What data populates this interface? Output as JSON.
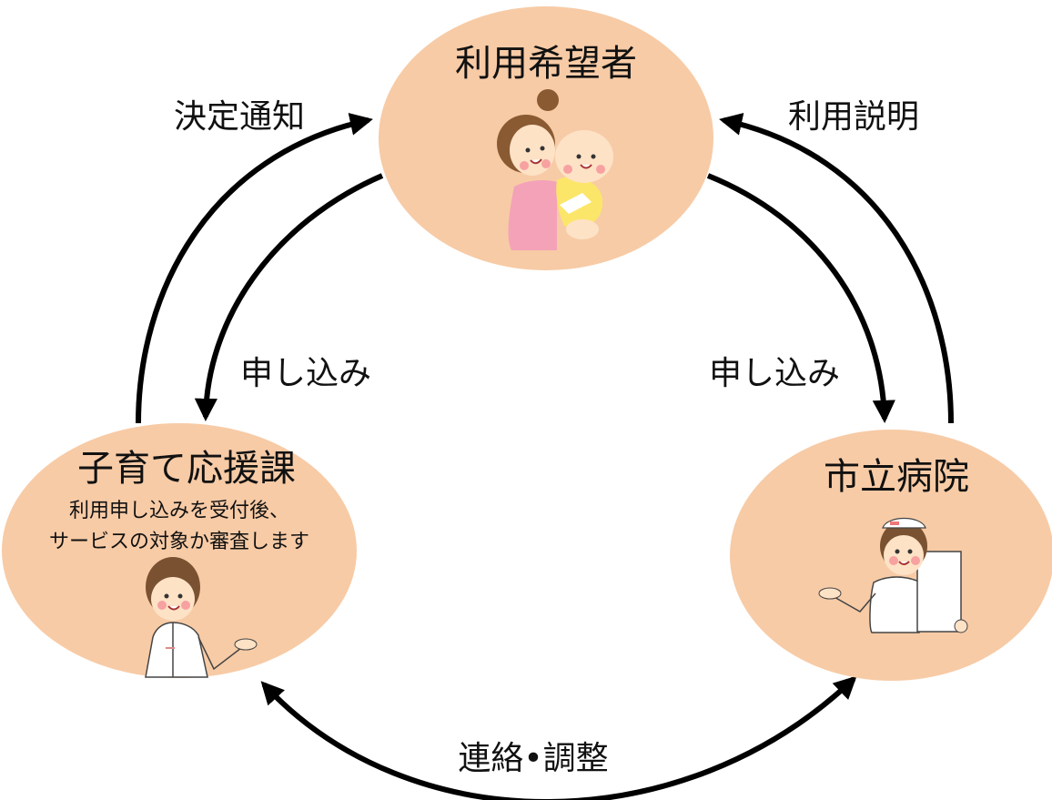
{
  "nodes": {
    "applicant": {
      "title": "利用希望者"
    },
    "support": {
      "title": "子育て応援課",
      "desc_line1": "利用申し込みを受付後、",
      "desc_line2": "サービスの対象か審査します"
    },
    "hospital": {
      "title": "市立病院"
    }
  },
  "edges": {
    "decision_notice": "決定通知",
    "usage_explanation": "利用説明",
    "apply_left": "申し込み",
    "apply_right": "申し込み",
    "coordination": "連絡•調整"
  },
  "colors": {
    "node_fill": "#f7cba6",
    "arrow": "#000000",
    "mother_top": "#f4a2b8",
    "baby_suit": "#fbe66a",
    "hair": "#8a5a32",
    "skin": "#fde2c6",
    "cheek": "#f7a1a1",
    "coat": "#ffffff"
  },
  "icons": {
    "applicant": "mother-with-baby-icon",
    "support": "staff-presenting-icon",
    "hospital": "nurse-with-clipboard-icon"
  }
}
